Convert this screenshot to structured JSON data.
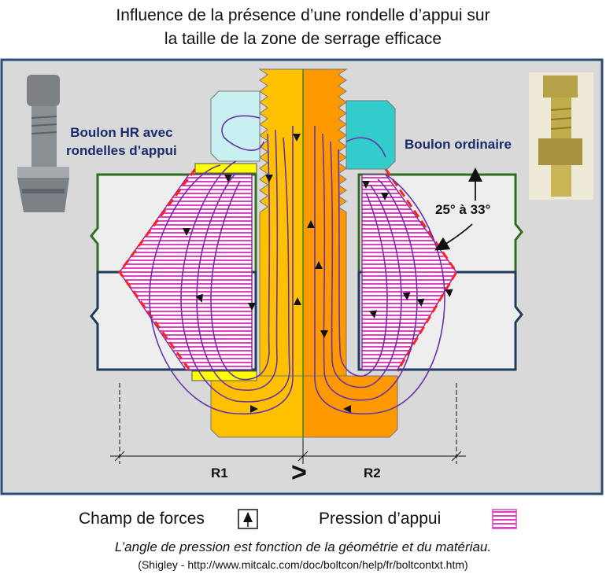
{
  "title_line1": "Influence de la présence d’une rondelle d’appui sur",
  "title_line2": "la taille de la zone de serrage efficace",
  "label_left_line1": "Boulon HR avec",
  "label_left_line2": "rondelles d’appui",
  "label_right": "Boulon ordinaire",
  "angle_label": "25° à 33°",
  "r1_label": "R1",
  "r2_label": "R2",
  "compare_symbol": ">",
  "legend": {
    "forces": "Champ de forces",
    "pressure": "Pression d’appui"
  },
  "caption": "L’angle de pression est fonction de la géométrie et du matériau.",
  "source": "(Shigley  - http://www.mitcalc.com/doc/boltcon/help/fr/boltcontxt.htm)",
  "colors": {
    "frame_border": "#2c4a7a",
    "panel_bg": "#d9d9d9",
    "plate_top_border": "#2e6e1e",
    "plate_bottom_border": "#1f3a5f",
    "bolt_left": "#ffc000",
    "bolt_right": "#ff9900",
    "nut_left": "#c8f0f0",
    "nut_right": "#33cccc",
    "washer": "#ffff00",
    "pressure_hatch": "#e040c0",
    "force_lines": "#6633aa",
    "cone_dash": "#ff2020"
  },
  "icons": [
    "hr-bolt-photo-icon",
    "ordinary-bolt-photo-icon",
    "force-arrow-legend-icon",
    "pressure-hatch-legend-icon"
  ]
}
